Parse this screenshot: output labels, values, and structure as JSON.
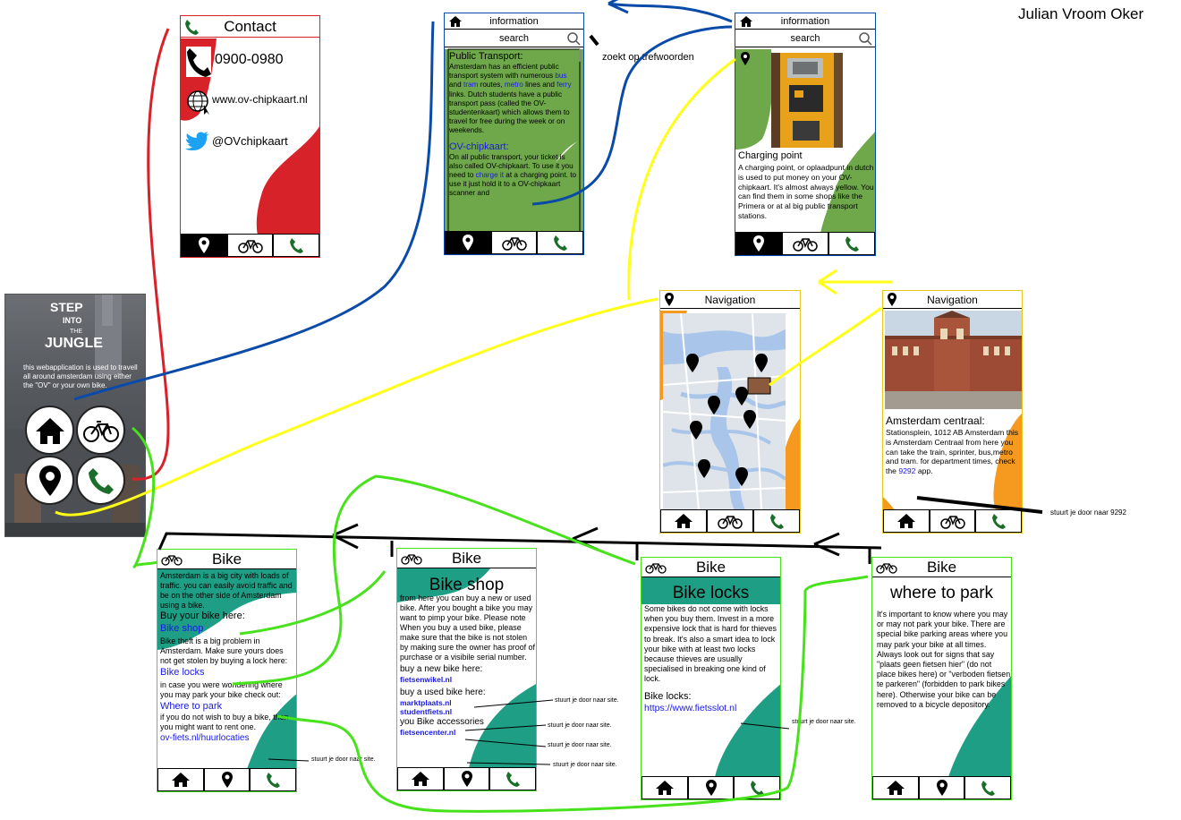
{
  "author": "Julian Vroom Oker",
  "colors": {
    "red": "#d8222a",
    "blue": "#0a4aa8",
    "green": "#47e21b",
    "yellow": "#ffff1a",
    "teal": "#1e9e84",
    "orange": "#f59a1f",
    "leafgreen": "#6ea84a",
    "link": "#1a1ae6",
    "phone": "#1a6e2a"
  },
  "intro": {
    "title1": "STEP",
    "title2": "INTO",
    "title3": "THE",
    "title4": "JUNGLE",
    "desc": "this webapplication is used to travell all around amsterdam using either the \"OV\" or your own bike."
  },
  "contact": {
    "title": "Contact",
    "phone": "0900-0980",
    "web": "www.ov-chipkaart.nl",
    "twitter": "@OVchipkaart"
  },
  "info1": {
    "title": "information",
    "search": "search",
    "h1": "Public Transport:",
    "p1a": "Amsterdam has an efficient public transport system with numerous ",
    "l1": "bus",
    "p1b": " and ",
    "l2": "tram",
    "p1c": " routes, ",
    "l3": "metro",
    "p1d": " lines and ",
    "l4": "ferry",
    "p1e": " links. Dutch students have a public transport pass (called the OV-studentenkaart) which allows them to travel for free during the week or on weekends.",
    "h2": "OV-chipkaart:",
    "p2a": "On all public transport, your ticket is also called OV-chipkaart. To use it you need to ",
    "l5": "charge it",
    "p2b": " at a charging point. to use it just hold it to a OV-chipkaart scanner and"
  },
  "info_note": "zoekt op trefwoorden",
  "info2": {
    "title": "information",
    "search": "search",
    "h": "Charging point",
    "p": "A charging point, or oplaadpunt in dutch is used to put money on your OV-chipkaart. It's almost always yellow. You can find them in some shops like the Primera or at al big public transport stations."
  },
  "nav1": {
    "title": "Navigation"
  },
  "nav2": {
    "title": "Navigation",
    "h": "Amsterdam centraal:",
    "p": "Stationsplein, 1012 AB Amsterdam this is Amsterdam Centraal from here you can take the train, sprinter, bus,metro and tram. for department times, check the ",
    "link": "9292",
    "p2": " app.",
    "note": "stuurt je door naar 9292"
  },
  "bike1": {
    "title": "Bike",
    "p1": "Amsterdam is a big city with loads of traffic. you can easily avoid traffic and be on the other side of Amsterdam using a bike.",
    "h1": "Buy your bike here:",
    "l1": "Bike shop",
    "p2": "Bike theft is a big problem in Amsterdam.  Make sure yours does not get stolen by buying a lock here:",
    "l2": "Bike locks",
    "p3": "in case you were wondering where you may park your bike check out:",
    "l3": "Where to park",
    "p4": "if you do not wish to buy a bike, then you might want to  rent one.",
    "l4": "ov-fiets.nl/huurlocaties",
    "note": "stuurt je door naar site."
  },
  "bike2": {
    "title": "Bike",
    "sub": "Bike shop",
    "p1": "from here you can buy a new or used bike. After you bought a bike you may want to pimp your bike. Please note When you buy a used bike, please make sure that the bike is not stolen by making sure the owner has proof of purchase or a visibile serial number.",
    "h1": "buy a new bike here:",
    "l1": "fietsenwikel.nl",
    "h2": "buy a used bike here:",
    "l2": "marktplaats.nl",
    "l3": "studentfiets.nl",
    "h3": "you Bike accessories",
    "l4": "fietsencenter.nl",
    "note": "stuurt je door naar site."
  },
  "bike3": {
    "title": "Bike",
    "sub": "Bike locks",
    "p1": "Some bikes do not come with locks when you buy them. Invest in a more expensive lock that is hard for thieves to break. It's also a smart idea to lock your bike with at least two locks because thieves are usually specialised in breaking one kind of lock.",
    "h1": "Bike locks:",
    "l1": "https://www.fietsslot.nl",
    "note": "stuurt je door naar site."
  },
  "bike4": {
    "title": "Bike",
    "sub": "where to park",
    "p1": "It's important to know where you may or may not park your bike. There are special bike parking areas where you may park your bike at all times. Always look out for signs that say \"plaats geen fietsen hier\" (do not place bikes here) or \"verboden fietsen te parkeren\" (forbidden to park bikes here). Otherwise your bike can be removed to a bicycle depository."
  }
}
